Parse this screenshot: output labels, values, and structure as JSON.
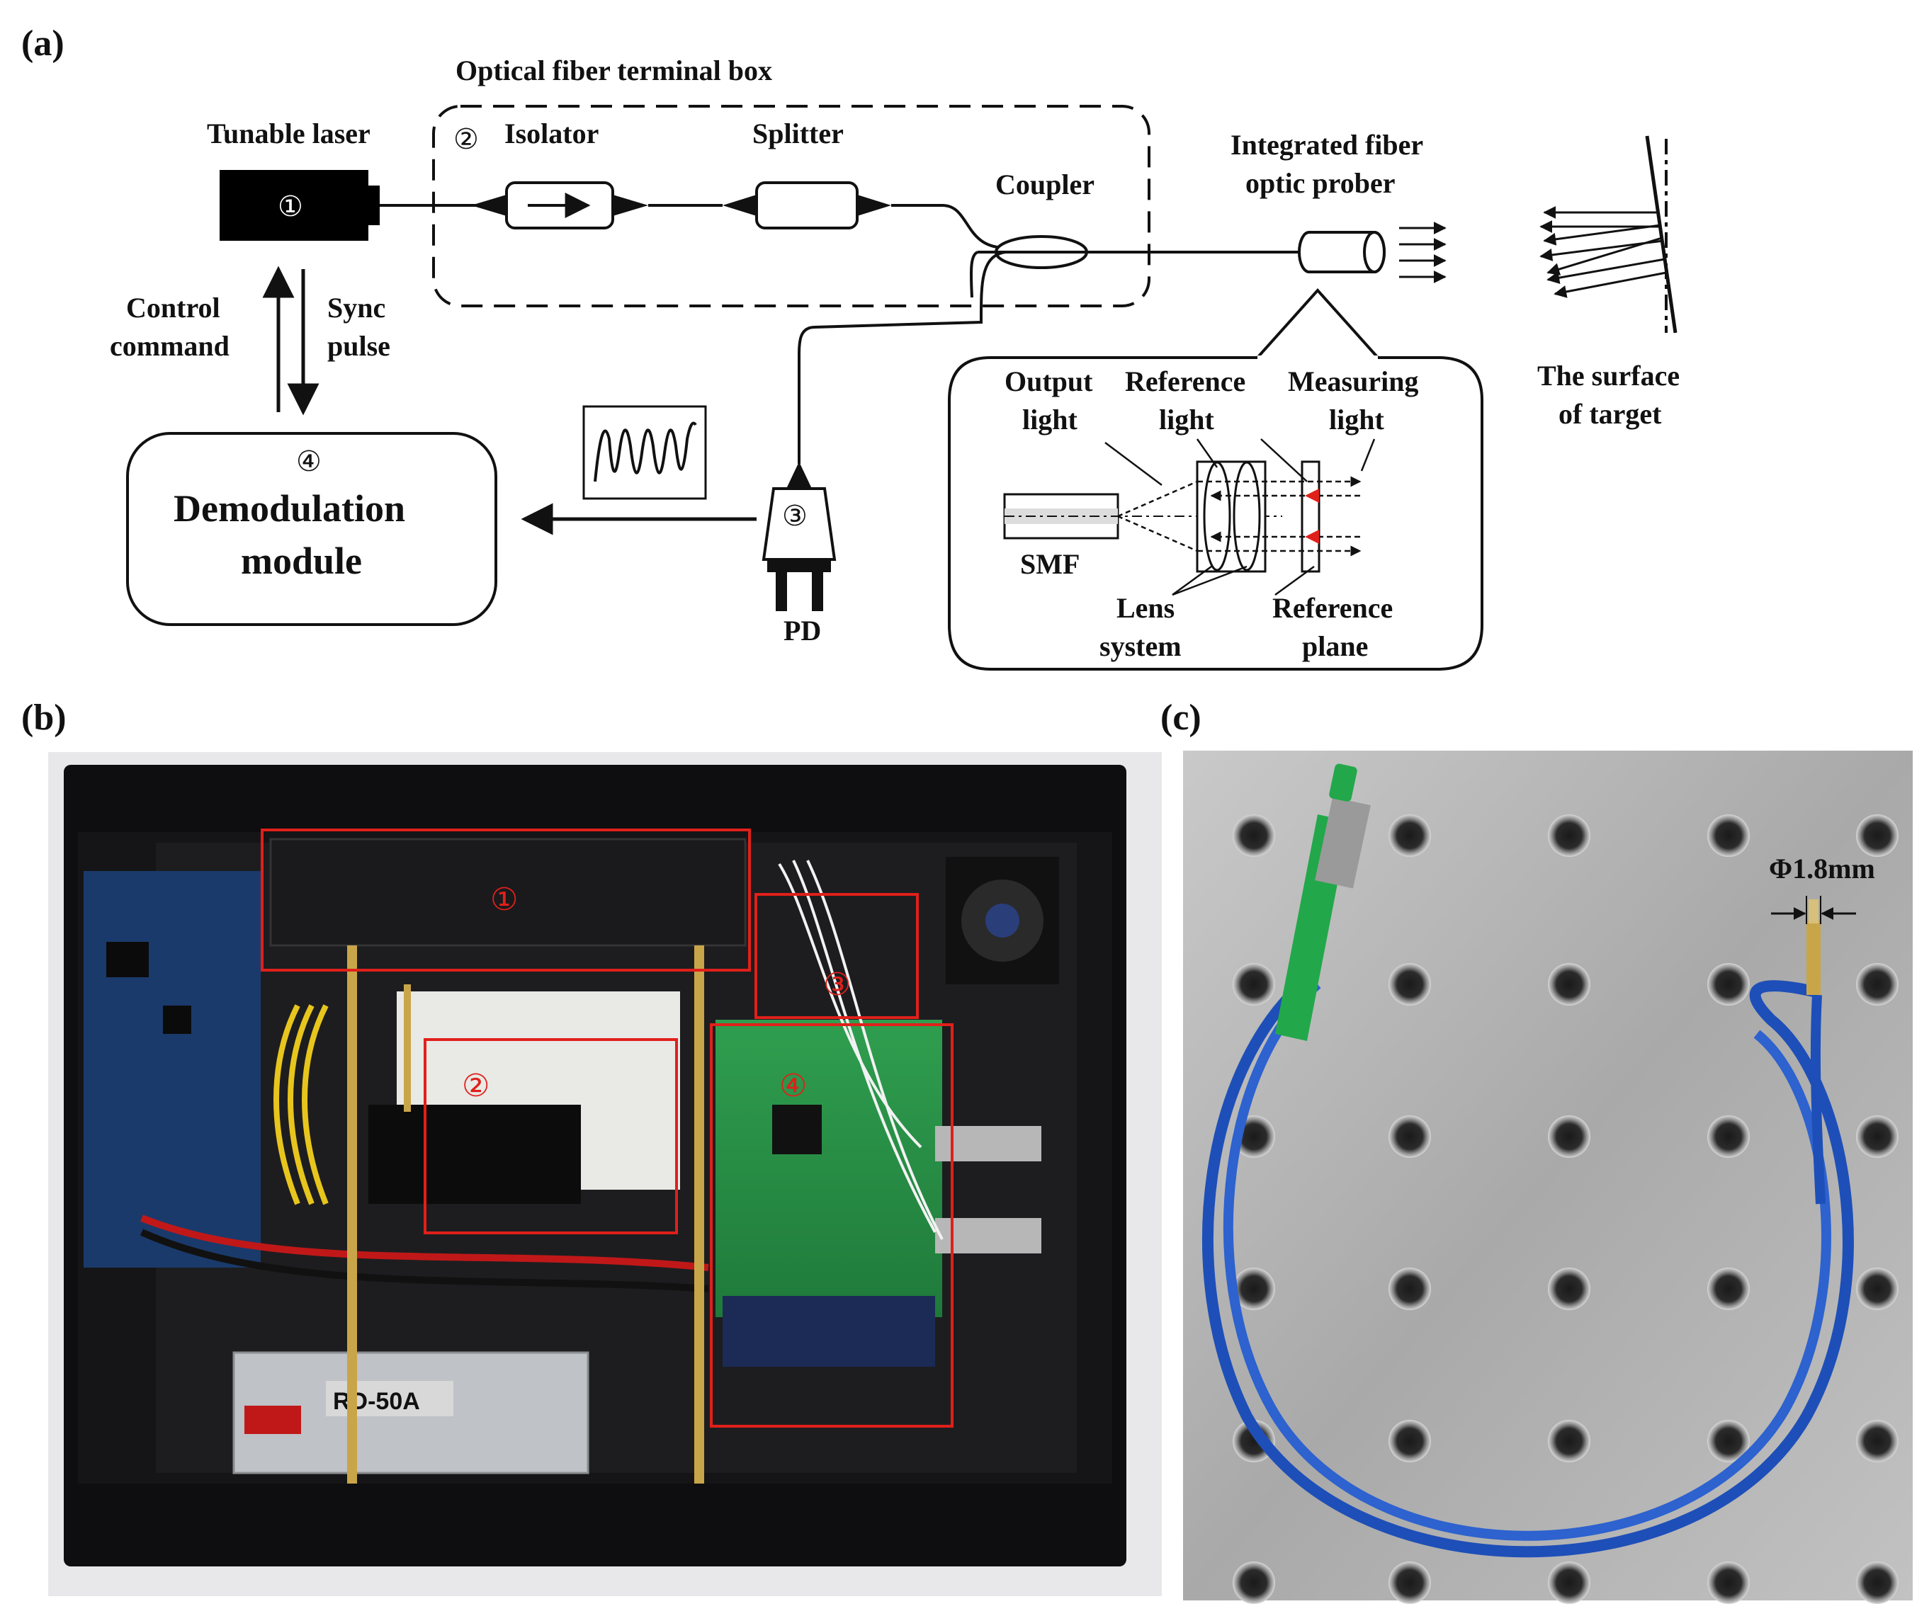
{
  "panels": {
    "a": "(a)",
    "b": "(b)",
    "c": "(c)"
  },
  "diagram": {
    "terminal_box_title": "Optical fiber terminal box",
    "tunable_laser": "Tunable laser",
    "isolator": "Isolator",
    "splitter": "Splitter",
    "coupler": "Coupler",
    "prober_line1": "Integrated fiber",
    "prober_line2": "optic prober",
    "control_line1": "Control",
    "control_line2": "command",
    "sync_line1": "Sync",
    "sync_line2": "pulse",
    "demod_line1": "Demodulation",
    "demod_line2": "module",
    "pd": "PD",
    "target_line1": "The surface",
    "target_line2": "of target",
    "output_line1": "Output",
    "output_line2": "light",
    "reference_line1": "Reference",
    "reference_line2": "light",
    "measuring_line1": "Measuring",
    "measuring_line2": "light",
    "smf": "SMF",
    "lens_line1": "Lens",
    "lens_line2": "system",
    "refplane_line1": "Reference",
    "refplane_line2": "plane",
    "marker1": "①",
    "marker2": "②",
    "marker3": "③",
    "marker4": "④"
  },
  "photo_b": {
    "box_labels": [
      "①",
      "②",
      "③",
      "④"
    ],
    "psu_model": "RD-50A",
    "highlight_color": "#e0201a"
  },
  "photo_c": {
    "diameter": "Φ1.8mm"
  },
  "colors": {
    "stroke": "#111111",
    "red": "#e0201a",
    "cable_blue": "#1e4fb8",
    "connector_green": "#22a84a",
    "metal": "#b9b9b9"
  }
}
